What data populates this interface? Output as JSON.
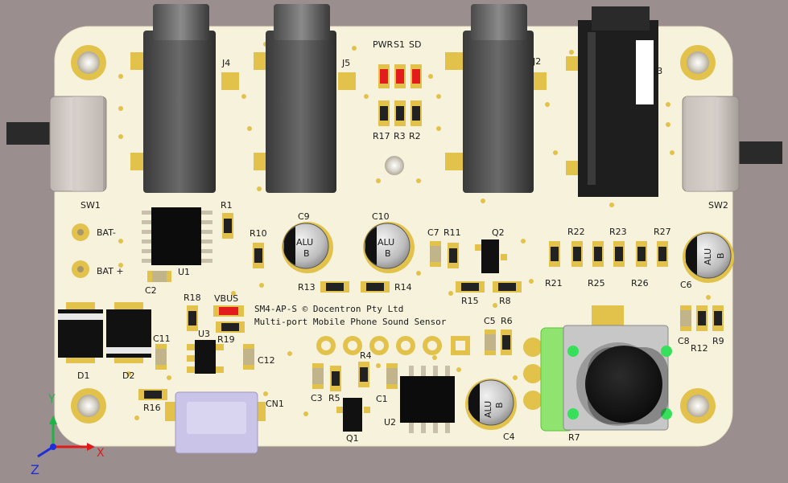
{
  "viewer": {
    "axis_labels": {
      "x": "X",
      "y": "Y",
      "z": "Z"
    }
  },
  "board": {
    "title_line1": "SM4-AP-S © Docentron Pty Ltd",
    "title_line2": "Multi-port Mobile Phone Sound Sensor",
    "colors": {
      "pcb": "#f6f2dc",
      "pad": "#e2c24a",
      "background": "#9b8e8e",
      "led": "#e21c1c"
    }
  },
  "labels": {
    "J4": "J4",
    "J5": "J5",
    "J2": "J2",
    "J3": "J3",
    "PWR": "PWR",
    "S1": "S1",
    "SD": "SD",
    "R17": "R17",
    "R3": "R3",
    "R2": "R2",
    "SW1": "SW1",
    "SW2": "SW2",
    "BATN": "BAT-",
    "BATP": "BAT +",
    "R1": "R1",
    "U1": "U1",
    "C2": "C2",
    "R10": "R10",
    "C9": "C9",
    "C10": "C10",
    "ALU": "ALU",
    "B": "B",
    "C7": "C7",
    "R11": "R11",
    "Q2": "Q2",
    "R13": "R13",
    "R14": "R14",
    "R15": "R15",
    "R8": "R8",
    "R22": "R22",
    "R23": "R23",
    "R27": "R27",
    "R21": "R21",
    "R25": "R25",
    "R26": "R26",
    "C6": "C6",
    "R18": "R18",
    "VBUS": "VBUS",
    "R19": "R19",
    "U3": "U3",
    "C11": "C11",
    "C12": "C12",
    "D1": "D1",
    "D2": "D2",
    "R16": "R16",
    "CN1": "CN1",
    "C5": "C5",
    "R6": "R6",
    "R4": "R4",
    "C3": "C3",
    "R5": "R5",
    "C1": "C1",
    "U2": "U2",
    "Q1": "Q1",
    "C4": "C4",
    "C8": "C8",
    "R12": "R12",
    "R9": "R9",
    "R7": "R7"
  }
}
